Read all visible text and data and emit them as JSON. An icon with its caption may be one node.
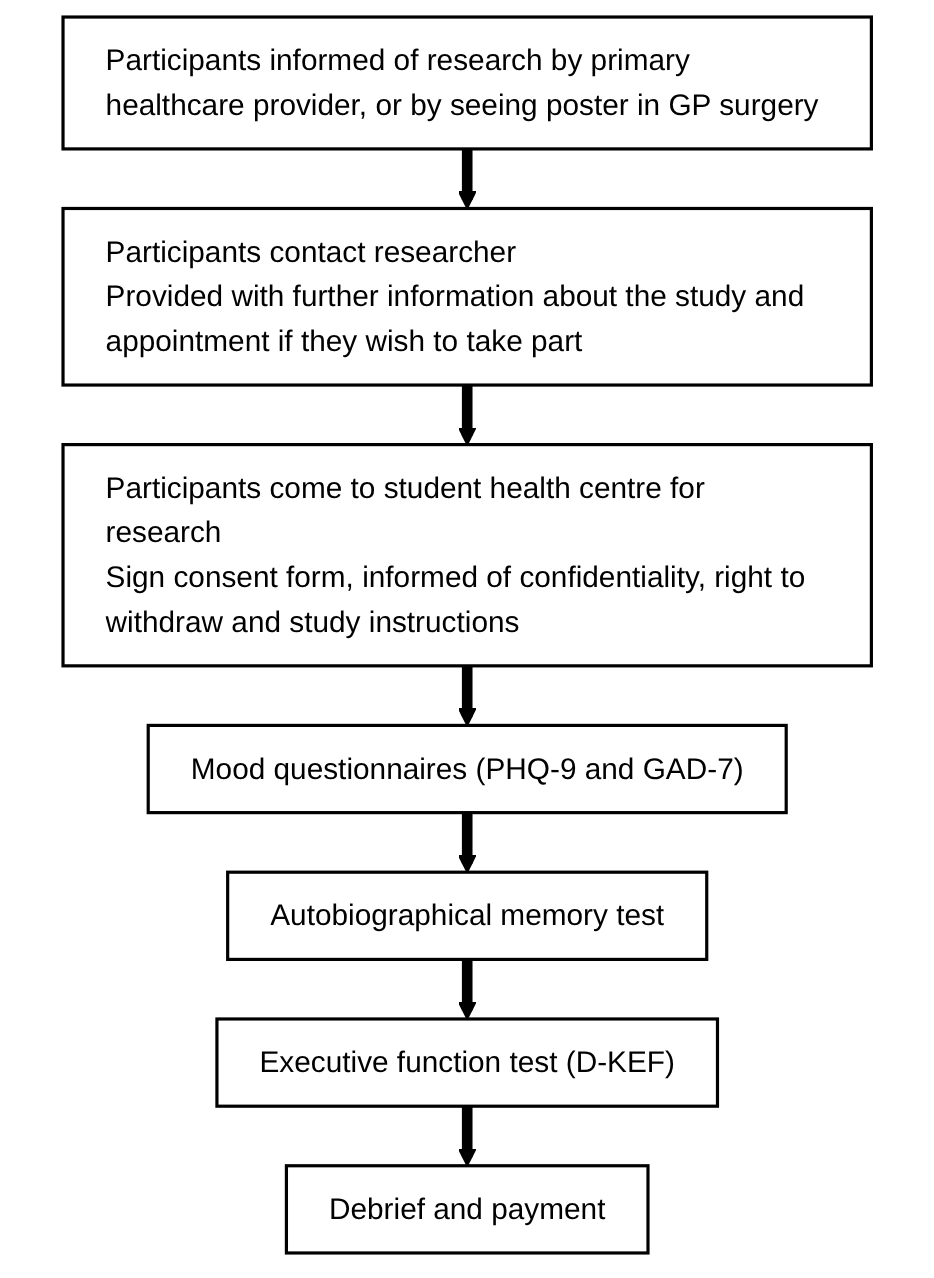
{
  "diagram": {
    "nodes": [
      {
        "text": [
          "Participants informed of research by primary healthcare provider, or by seeing poster in GP surgery"
        ]
      },
      {
        "text": [
          "Participants contact researcher",
          "Provided with further information about the study and appointment if they wish to take part"
        ]
      },
      {
        "text": [
          "Participants come to student health centre for research",
          "Sign consent form, informed of confidentiality, right to withdraw and study instructions"
        ]
      },
      {
        "text": [
          "Mood questionnaires (PHQ-9 and GAD-7)"
        ]
      },
      {
        "text": [
          "Autobiographical memory test"
        ]
      },
      {
        "text": [
          "Executive function test (D-KEF)"
        ]
      },
      {
        "text": [
          "Debrief and payment"
        ]
      }
    ],
    "edges": [
      {
        "from": 0,
        "to": 1,
        "arrow": "to"
      },
      {
        "from": 1,
        "to": 2,
        "arrow": "to"
      },
      {
        "from": 2,
        "to": 3,
        "arrow": "to"
      },
      {
        "from": 3,
        "to": 4,
        "arrow": "to"
      },
      {
        "from": 4,
        "to": 5,
        "arrow": "to"
      },
      {
        "from": 5,
        "to": 6,
        "arrow": "to"
      }
    ]
  }
}
